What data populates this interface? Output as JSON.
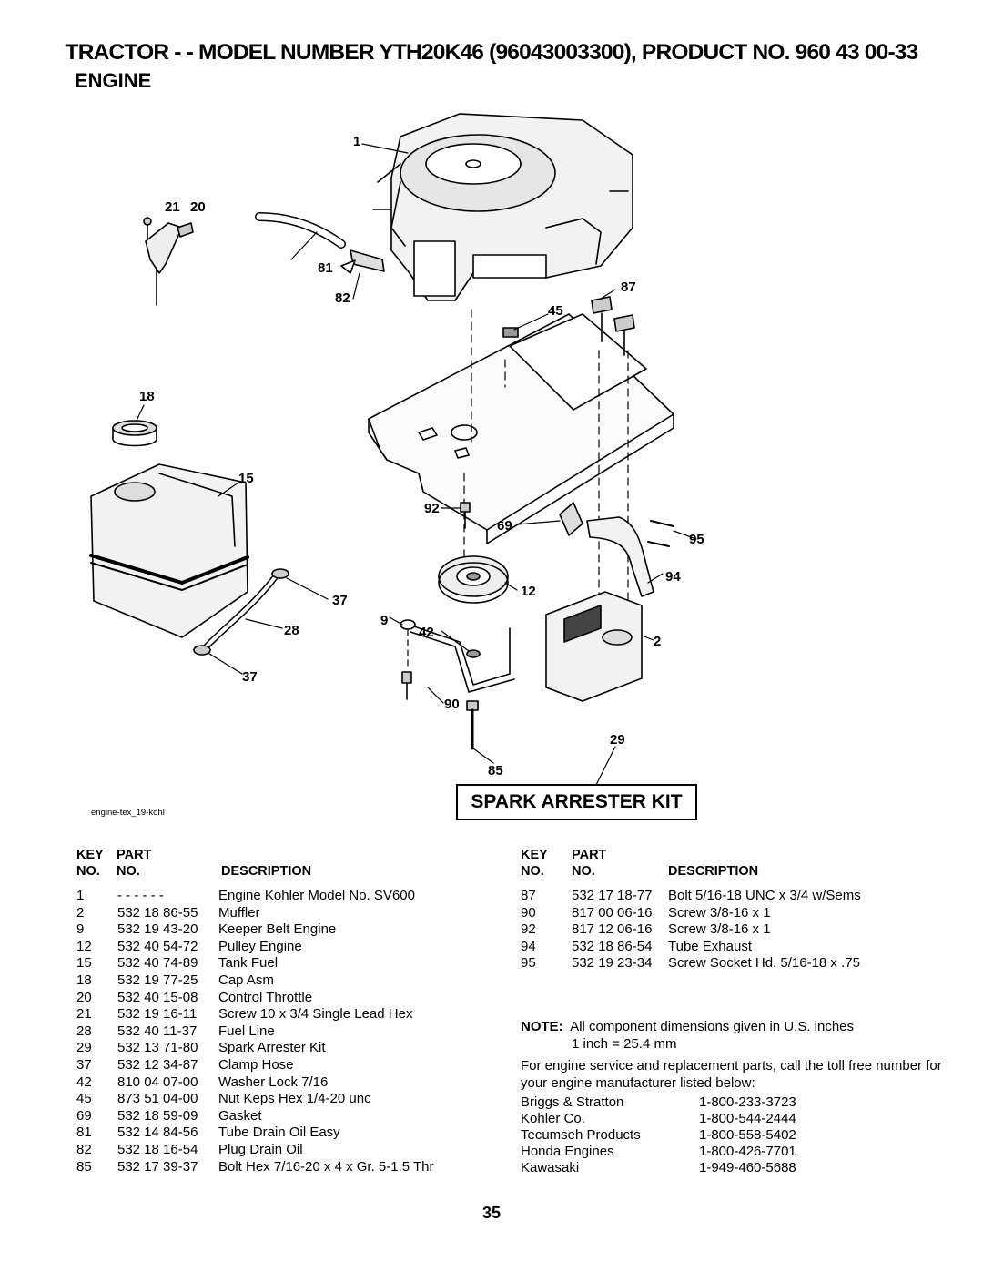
{
  "header": {
    "title": "TRACTOR - - MODEL NUMBER YTH20K46 (96043003300), PRODUCT NO. 960 43 00-33",
    "section": "ENGINE"
  },
  "diagram": {
    "callouts": [
      "1",
      "21",
      "20",
      "81",
      "82",
      "87",
      "45",
      "18",
      "15",
      "92",
      "69",
      "95",
      "94",
      "12",
      "37",
      "28",
      "9",
      "42",
      "2",
      "37",
      "90",
      "29",
      "85"
    ],
    "file_name": "engine-tex_19-kohl",
    "spark_arrester_label": "SPARK ARRESTER KIT"
  },
  "parts_table": {
    "headers": {
      "key": "KEY",
      "part": "PART",
      "no": "NO.",
      "part_no": "NO.",
      "description": "DESCRIPTION"
    },
    "left": [
      {
        "key": "1",
        "part": "- - - - - -",
        "desc": "Engine Kohler Model No. SV600"
      },
      {
        "key": "2",
        "part": "532 18 86-55",
        "desc": "Muffler"
      },
      {
        "key": "9",
        "part": "532 19 43-20",
        "desc": "Keeper Belt Engine"
      },
      {
        "key": "12",
        "part": "532 40 54-72",
        "desc": "Pulley Engine"
      },
      {
        "key": "15",
        "part": "532 40 74-89",
        "desc": "Tank Fuel"
      },
      {
        "key": "18",
        "part": "532 19 77-25",
        "desc": "Cap Asm"
      },
      {
        "key": "20",
        "part": "532 40 15-08",
        "desc": "Control Throttle"
      },
      {
        "key": "21",
        "part": "532 19 16-11",
        "desc": "Screw 10 x 3/4 Single Lead Hex"
      },
      {
        "key": "28",
        "part": "532 40 11-37",
        "desc": "Fuel Line"
      },
      {
        "key": "29",
        "part": "532 13 71-80",
        "desc": "Spark Arrester Kit"
      },
      {
        "key": "37",
        "part": "532 12 34-87",
        "desc": "Clamp Hose"
      },
      {
        "key": "42",
        "part": "810 04 07-00",
        "desc": "Washer Lock 7/16"
      },
      {
        "key": "45",
        "part": "873 51 04-00",
        "desc": "Nut Keps Hex 1/4-20 unc"
      },
      {
        "key": "69",
        "part": "532 18 59-09",
        "desc": "Gasket"
      },
      {
        "key": "81",
        "part": "532 14 84-56",
        "desc": "Tube Drain Oil Easy"
      },
      {
        "key": "82",
        "part": "532 18 16-54",
        "desc": "Plug Drain Oil"
      },
      {
        "key": "85",
        "part": "532 17 39-37",
        "desc": "Bolt Hex 7/16-20 x 4 x Gr. 5-1.5 Thr"
      }
    ],
    "right": [
      {
        "key": "87",
        "part": "532 17 18-77",
        "desc": "Bolt 5/16-18 UNC x 3/4 w/Sems"
      },
      {
        "key": "90",
        "part": "817 00 06-16",
        "desc": "Screw 3/8-16 x 1"
      },
      {
        "key": "92",
        "part": "817 12 06-16",
        "desc": "Screw 3/8-16 x 1"
      },
      {
        "key": "94",
        "part": "532 18 86-54",
        "desc": "Tube Exhaust"
      },
      {
        "key": "95",
        "part": "532 19 23-34",
        "desc": "Screw Socket Hd. 5/16-18 x .75"
      }
    ]
  },
  "note": {
    "label": "NOTE:",
    "text": "All component dimensions given in U.S. inches",
    "conversion": "1 inch = 25.4 mm"
  },
  "service": {
    "text": "For engine service and replacement parts, call the toll free number for your engine manufacturer listed below:",
    "manufacturers": [
      {
        "name": "Briggs & Stratton",
        "phone": "1-800-233-3723"
      },
      {
        "name": "Kohler Co.",
        "phone": "1-800-544-2444"
      },
      {
        "name": "Tecumseh Products",
        "phone": "1-800-558-5402"
      },
      {
        "name": "Honda Engines",
        "phone": "1-800-426-7701"
      },
      {
        "name": "Kawasaki",
        "phone": "1-949-460-5688"
      }
    ]
  },
  "page_number": "35"
}
